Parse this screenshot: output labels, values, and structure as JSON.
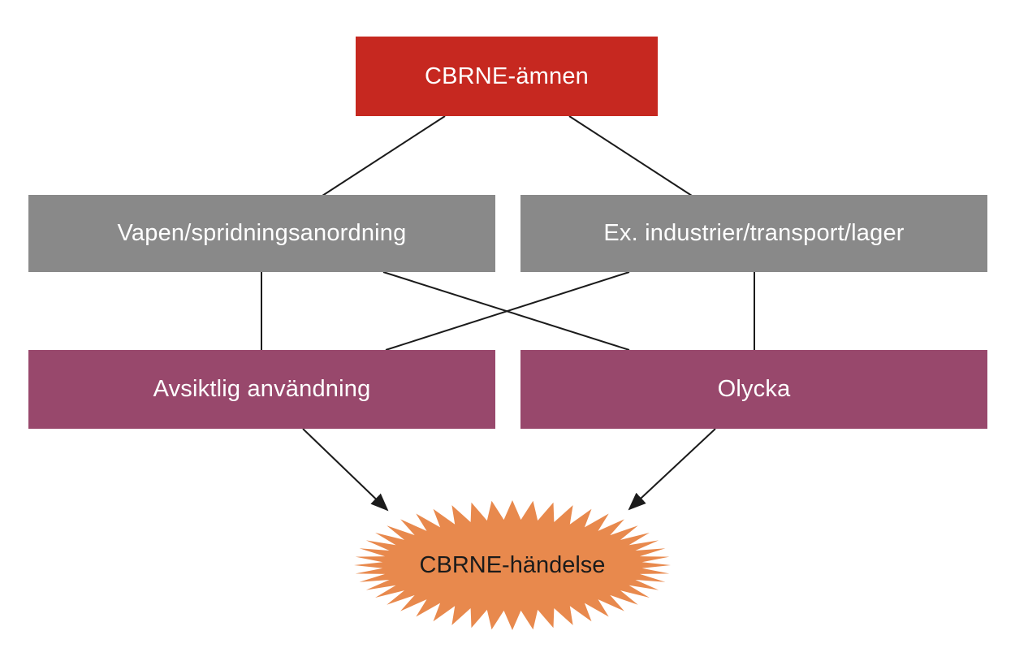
{
  "nodes": {
    "substances": {
      "label": "CBRNE-ämnen",
      "color": "#c62820",
      "text_color": "#ffffff"
    },
    "weapon": {
      "label": "Vapen/spridningsanordning",
      "color": "#898989",
      "text_color": "#ffffff"
    },
    "industry": {
      "label": "Ex. industrier/transport/lager",
      "color": "#898989",
      "text_color": "#ffffff"
    },
    "intentional": {
      "label": "Avsiktlig användning",
      "color": "#98486c",
      "text_color": "#ffffff"
    },
    "accident": {
      "label": "Olycka",
      "color": "#98486c",
      "text_color": "#ffffff"
    },
    "event": {
      "label": "CBRNE-händelse",
      "color": "#e8894d",
      "text_color": "#1b1b1b"
    }
  },
  "edges": [
    {
      "from": "substances",
      "to": "weapon",
      "arrow": false
    },
    {
      "from": "substances",
      "to": "industry",
      "arrow": false
    },
    {
      "from": "weapon",
      "to": "intentional",
      "arrow": false
    },
    {
      "from": "weapon",
      "to": "accident",
      "arrow": false
    },
    {
      "from": "industry",
      "to": "intentional",
      "arrow": false
    },
    {
      "from": "industry",
      "to": "accident",
      "arrow": false
    },
    {
      "from": "intentional",
      "to": "event",
      "arrow": true
    },
    {
      "from": "accident",
      "to": "event",
      "arrow": true
    }
  ],
  "colors": {
    "background": "#ffffff",
    "connector": "#1b1b1b"
  }
}
